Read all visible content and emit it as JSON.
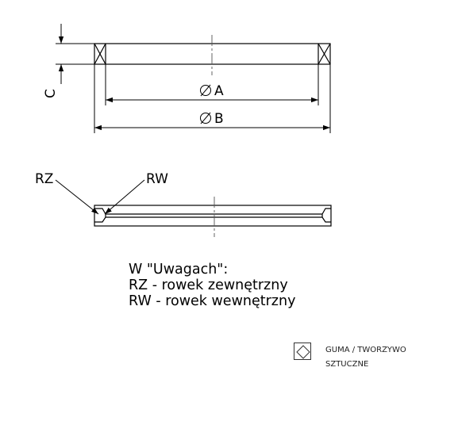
{
  "dimensions": {
    "height_label": "C",
    "inner_diameter_label": "A",
    "outer_diameter_label": "B",
    "diameter_symbol": "⌀"
  },
  "groove_labels": {
    "outer": "RZ",
    "inner": "RW"
  },
  "notes": {
    "title": "W \"Uwagach\":",
    "lines": [
      "RZ - rowek zewnętrzny",
      "RW - rowek wewnętrzny"
    ]
  },
  "legend": {
    "line1": "GUMA / TWORZYWO",
    "line2": "SZTUCZNE"
  },
  "colors": {
    "stroke": "#000000",
    "centerline": "#555555"
  }
}
